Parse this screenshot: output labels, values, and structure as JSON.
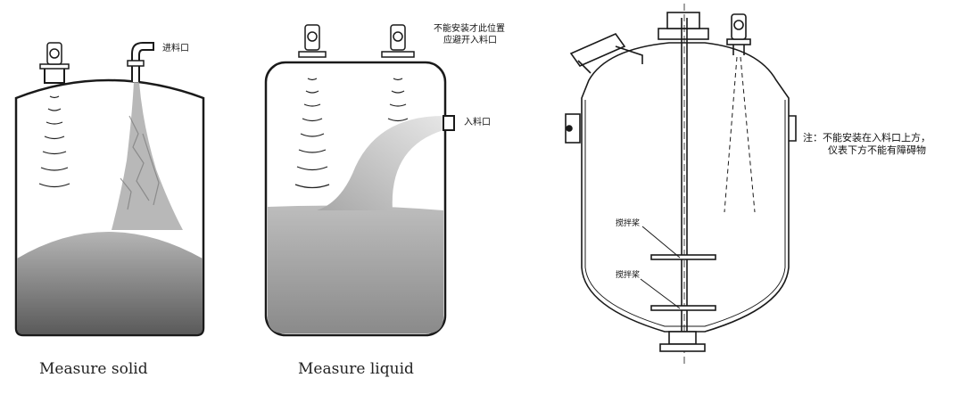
{
  "panels": {
    "solid": {
      "inlet_label": "进料口",
      "caption": "Measure solid"
    },
    "liquid": {
      "note_line1": "不能安装才此位置",
      "note_line2": "应避开入料口",
      "inlet_label": "入料口",
      "caption": "Measure liquid"
    },
    "reactor": {
      "note_line1": "注：不能安装在入料口上方，",
      "note_line2": "仪表下方不能有障碍物",
      "agitator_label_upper": "搅拌桨",
      "agitator_label_lower": "搅拌桨"
    }
  },
  "colors": {
    "outline": "#1a1a1a",
    "fill_dark": "#6e6e6e",
    "fill_light": "#d9d9d9",
    "liquid": "#a8a8a8",
    "pile": "#9a9a9a"
  }
}
